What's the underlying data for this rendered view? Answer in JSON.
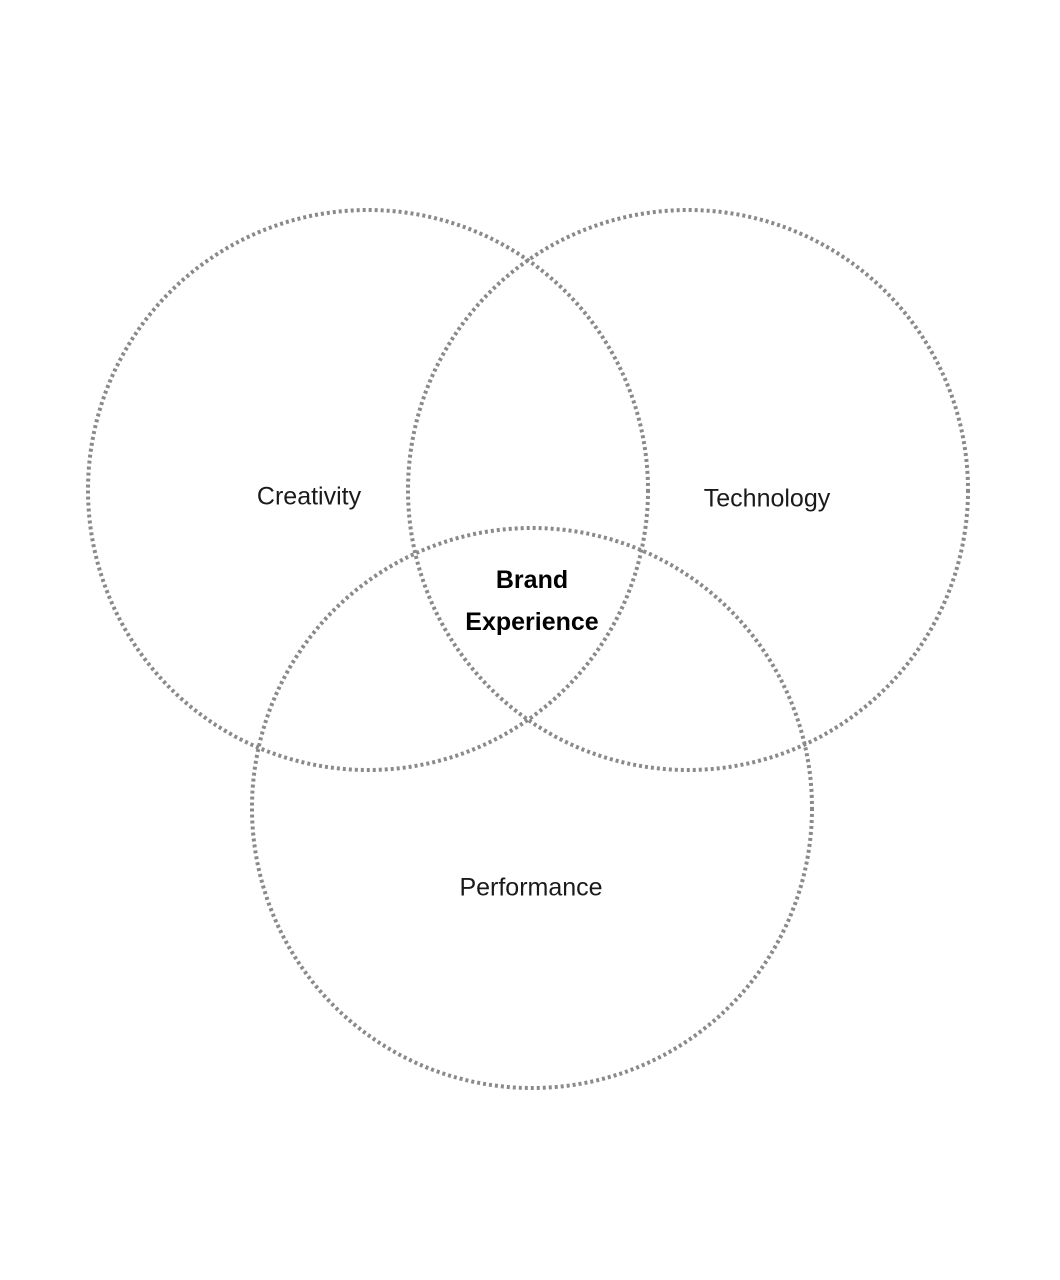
{
  "diagram": {
    "circles": [
      {
        "label": "Creativity"
      },
      {
        "label": "Technology"
      },
      {
        "label": "Performance"
      }
    ],
    "center": {
      "line1": "Brand",
      "line2": "Experience"
    },
    "stroke_color": "#8a8a8a"
  }
}
